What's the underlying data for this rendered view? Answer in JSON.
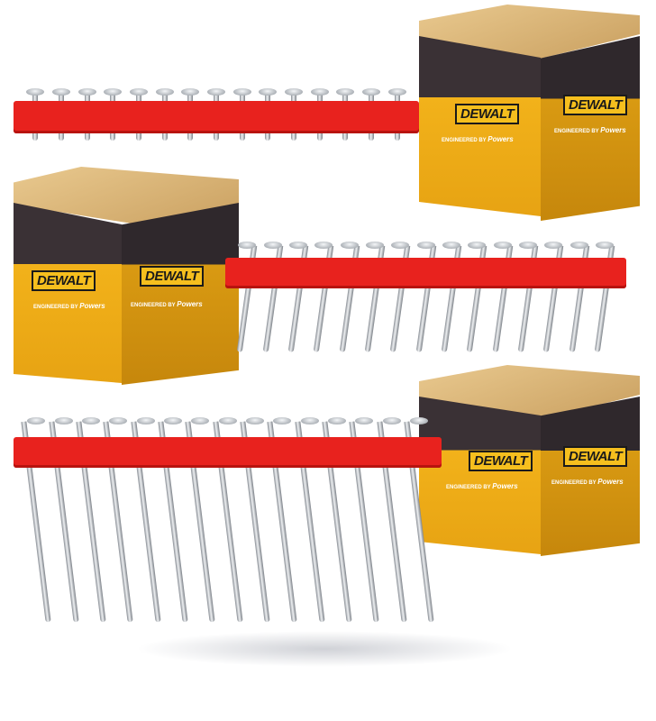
{
  "product": {
    "brand": "DEWALT",
    "tagline_prefix": "ENGINEERED BY",
    "tagline_brand": "Powers"
  },
  "colors": {
    "strip": "#e8221e",
    "box_yellow": "#f2b21a",
    "box_dark": "#3a3135"
  },
  "strips": [
    {
      "nail_count": 15,
      "nail_length": "short"
    },
    {
      "nail_count": 15,
      "nail_length": "medium"
    },
    {
      "nail_count": 15,
      "nail_length": "long"
    }
  ]
}
